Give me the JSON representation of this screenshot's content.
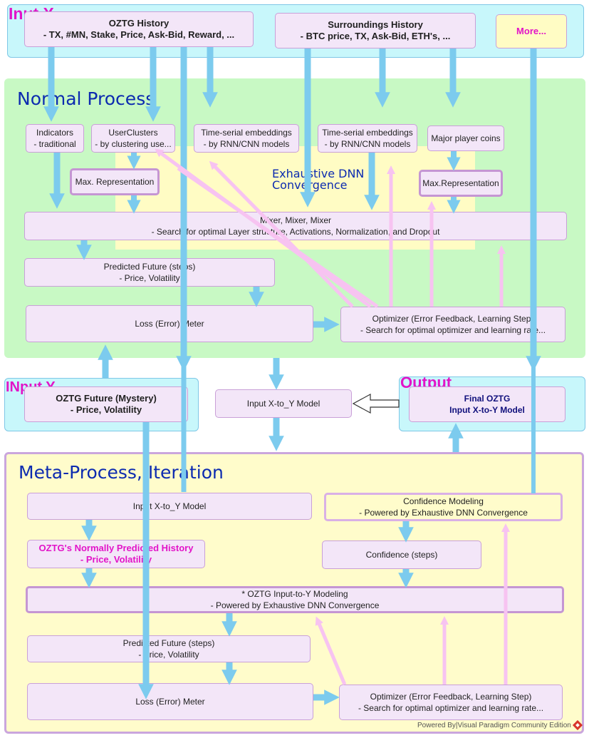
{
  "regions": {
    "input_x": "Inut X",
    "normal_process": "Normal Process",
    "exhaustive_dnn": [
      "Exhaustive DNN",
      "Convergence"
    ],
    "input_y": "INput Y",
    "output": "Output",
    "meta_process": "Meta-Process, Iteration"
  },
  "input_x": {
    "oztg_history": [
      "OZTG History",
      "- TX, #MN, Stake, Price, Ask-Bid, Reward, ..."
    ],
    "surroundings_history": [
      "Surroundings History",
      "- BTC price, TX, Ask-Bid, ETH's, ..."
    ],
    "more": "More..."
  },
  "normal": {
    "indicators": [
      "Indicators",
      "- traditional"
    ],
    "userclusters": [
      "UserClusters",
      "- by clustering use..."
    ],
    "embeddings_1": [
      "Time-serial embeddings",
      "- by RNN/CNN models"
    ],
    "embeddings_2": [
      "Time-serial embeddings",
      "- by RNN/CNN models"
    ],
    "major_player": "Major player coins",
    "max_rep_1": "Max. Representation",
    "max_rep_2": "Max.Representation",
    "mixer": [
      "Mixer, Mixer, Mixer",
      "- Search for optimal Layer structure, Activations, Normalization, and Dropout"
    ],
    "predicted_future": [
      "Predicted Future (steps)",
      "- Price, Volatility"
    ],
    "loss_meter": "Loss (Error) Meter",
    "optimizer": [
      "Optimizer (Error Feedback, Learning Step)",
      "- Search for optimal optimizer and learning rate..."
    ]
  },
  "input_y": {
    "future": [
      "OZTG Future (Mystery)",
      "- Price, Volatility"
    ]
  },
  "middle": {
    "model": "Input X-to_Y Model"
  },
  "output": {
    "final": [
      "Final OZTG",
      "Input X-to-Y Model"
    ]
  },
  "meta": {
    "model": "Input X-to_Y Model",
    "confidence_modeling": [
      "Confidence Modeling",
      "- Powered by Exhaustive DNN Convergence"
    ],
    "normally_predicted": [
      "OZTG's Normally Predicted History",
      "- Price, Volatility"
    ],
    "confidence_steps": "Confidence (steps)",
    "input_to_y": [
      "* OZTG Input-to-Y Modeling",
      "- Powered by Exhaustive DNN Convergence"
    ],
    "predicted_future": [
      "Predicted Future (steps)",
      "- Price, Volatility"
    ],
    "loss_meter": "Loss (Error) Meter",
    "optimizer": [
      "Optimizer (Error Feedback, Learning Step)",
      "- Search for optimal optimizer and learning rate..."
    ]
  },
  "footer": "Powered By|Visual Paradigm Community Edition",
  "colors": {
    "blue_arrow": "#7ccbee",
    "pink_arrow": "#f7c3f1",
    "region_label_pink": "#e214c8",
    "region_label_navy": "#0c2bb0"
  }
}
